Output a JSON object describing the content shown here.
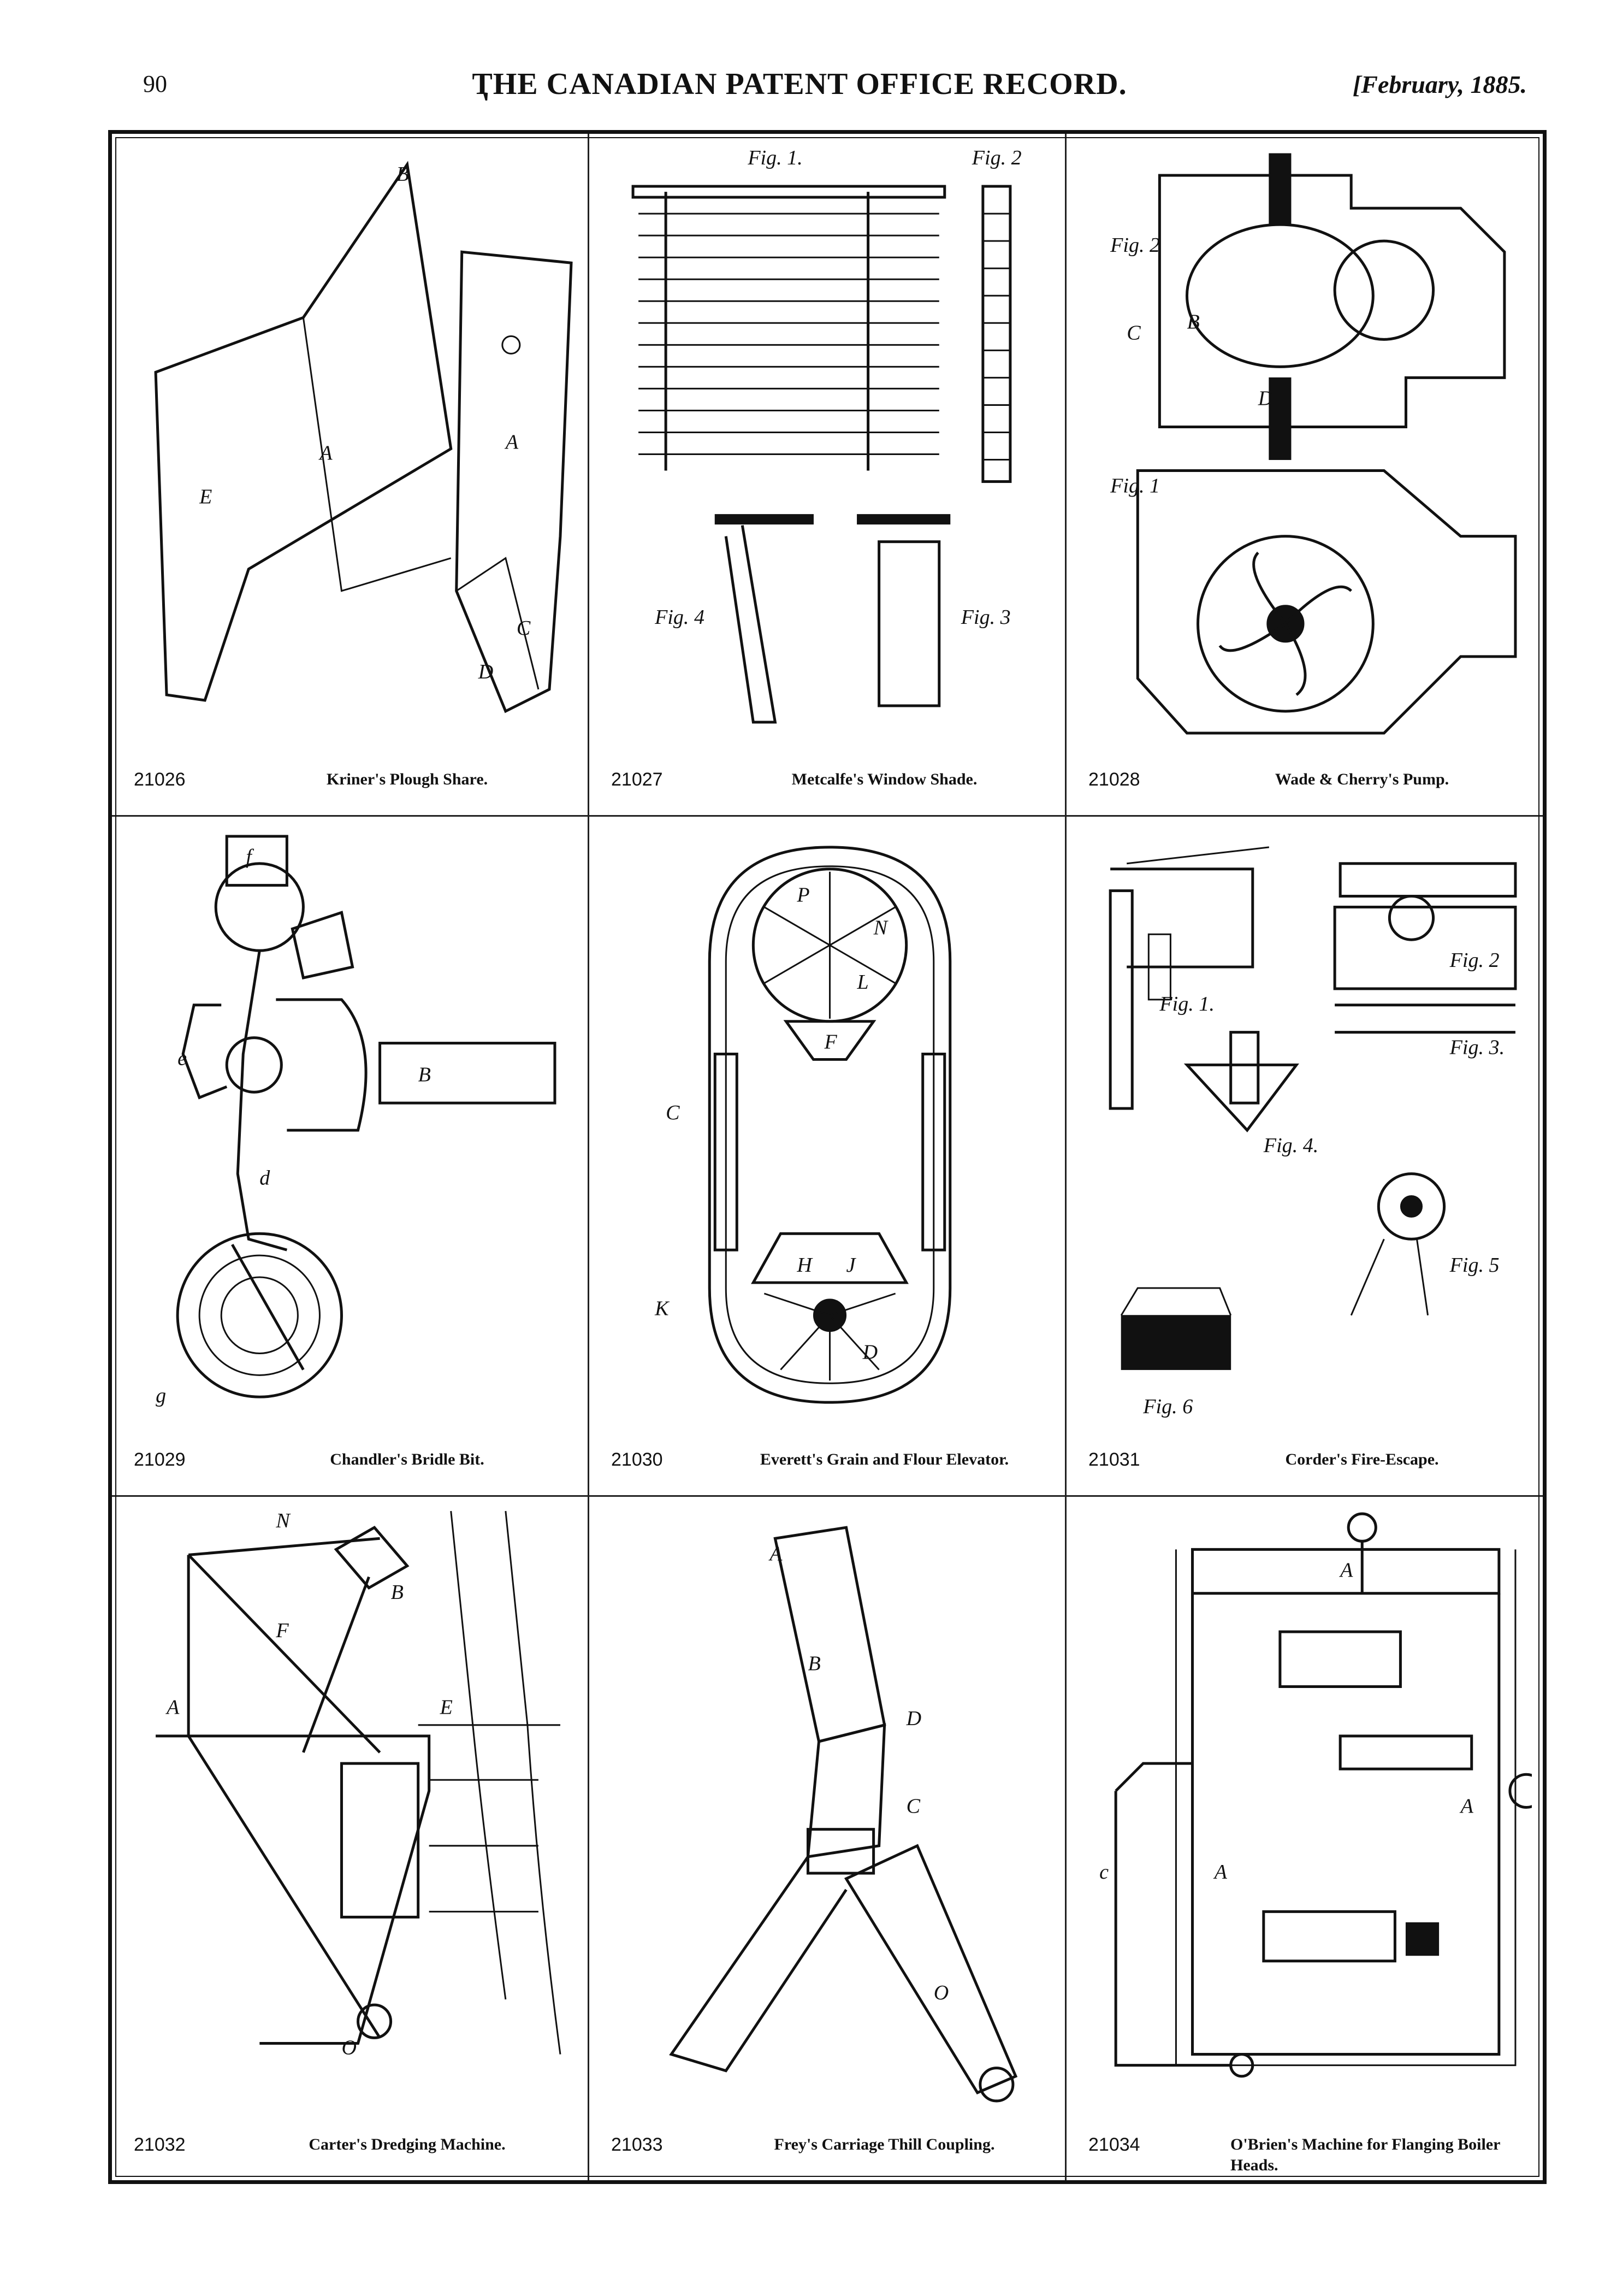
{
  "header": {
    "page_number": "90",
    "journal_title": "ҬHE CANADIAN PATENT OFFICE RECORD.",
    "issue_date": "[February, 1885."
  },
  "patents": [
    {
      "number": "21026",
      "title": "Kriner's Plough Share.",
      "icon": "plough-share-drawing",
      "labels": [
        "B",
        "E",
        "A",
        "C",
        "D",
        "A"
      ]
    },
    {
      "number": "21027",
      "title": "Metcalfe's Window Shade.",
      "icon": "window-shade-drawing",
      "labels": [
        "Fig. 1.",
        "Fig. 2",
        "Fig. 4",
        "Fig. 3"
      ]
    },
    {
      "number": "21028",
      "title": "Wade & Cherry's Pump.",
      "icon": "pump-drawing",
      "labels": [
        "Fig. 2",
        "Fig. 1",
        "C",
        "B",
        "D"
      ]
    },
    {
      "number": "21029",
      "title": "Chandler's Bridle Bit.",
      "icon": "bridle-bit-drawing",
      "labels": [
        "f",
        "B",
        "e",
        "d",
        "g"
      ]
    },
    {
      "number": "21030",
      "title": "Everett's Grain and Flour Elevator.",
      "icon": "grain-elevator-drawing",
      "labels": [
        "C",
        "K",
        "P",
        "N",
        "L",
        "F",
        "H",
        "J",
        "D"
      ]
    },
    {
      "number": "21031",
      "title": "Corder's Fire-Escape.",
      "icon": "fire-escape-drawing",
      "labels": [
        "Fig. 1.",
        "Fig. 2",
        "Fig. 3.",
        "Fig. 4.",
        "Fig. 5",
        "Fig. 6"
      ]
    },
    {
      "number": "21032",
      "title": "Carter's Dredging Machine.",
      "icon": "dredging-machine-drawing",
      "labels": [
        "N",
        "B",
        "F",
        "A",
        "E",
        "O"
      ]
    },
    {
      "number": "21033",
      "title": "Frey's Carriage Thill Coupling.",
      "icon": "thill-coupling-drawing",
      "labels": [
        "A",
        "B",
        "D",
        "C",
        "O"
      ]
    },
    {
      "number": "21034",
      "title": "O'Brien's Machine for Flanging Boiler Heads.",
      "icon": "flanging-machine-drawing",
      "labels": [
        "A",
        "A",
        "A",
        "c"
      ]
    }
  ]
}
